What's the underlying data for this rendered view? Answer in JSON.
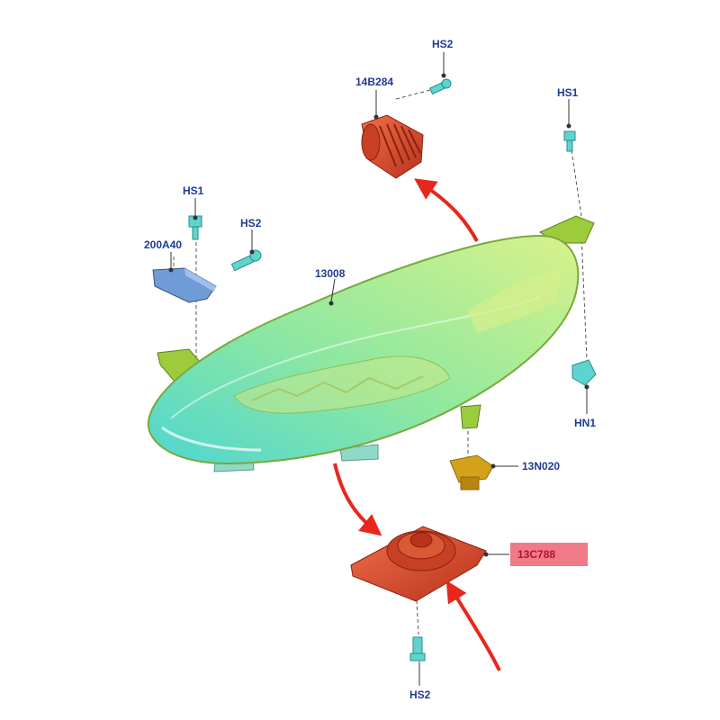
{
  "labels": {
    "hs2_top": "HS2",
    "part_14b284": "14B284",
    "hs1_right": "HS1",
    "hs1_left": "HS1",
    "hs2_left": "HS2",
    "part_200a40": "200A40",
    "part_13008": "13008",
    "hn1": "HN1",
    "part_13n020": "13N020",
    "part_13c788": "13C788",
    "hs2_bottom": "HS2"
  },
  "colors": {
    "label_text": "#1f3a93",
    "highlight_fill": "#f07a86",
    "highlight_text": "#b0123a",
    "lens_fill": "#7fe3b0",
    "housing": "#9ccc3c",
    "red_part": "#d84a2a",
    "blue_bracket": "#6f9bd6",
    "screw": "#5fd3cf",
    "yellow_part": "#d4a21a",
    "arrow_red": "#e8261b"
  }
}
